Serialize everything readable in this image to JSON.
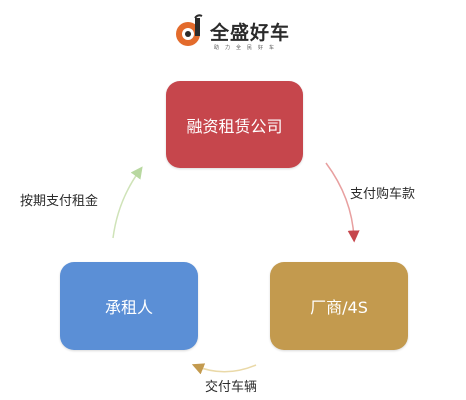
{
  "logo": {
    "title": "全盛好车",
    "tagline": "助力全民好车"
  },
  "nodes": {
    "leasing_company": "融资租赁公司",
    "lessee": "承租人",
    "dealer": "厂商/4S"
  },
  "edges": {
    "pay_car_price": "支付购车款",
    "deliver_vehicle": "交付车辆",
    "pay_rent": "按期支付租金"
  },
  "colors": {
    "leasing_company": "#c6464c",
    "lessee": "#5b8fd6",
    "dealer": "#c39a4e",
    "arrow": "#b8d8a0",
    "logo_accent": "#e36b2c"
  }
}
